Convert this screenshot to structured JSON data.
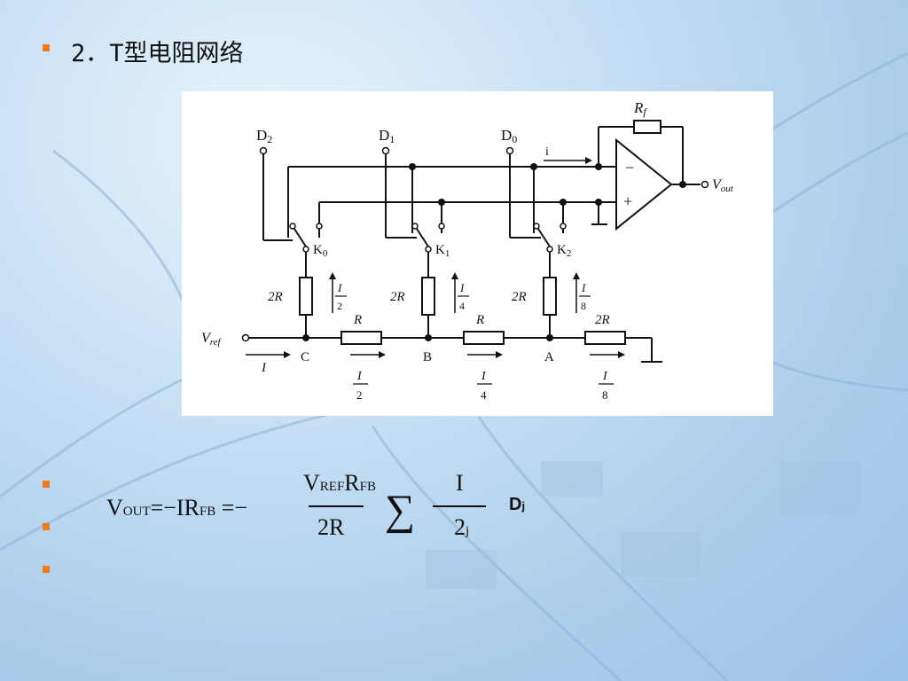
{
  "slide": {
    "title": "2．T型电阻网络"
  },
  "circuit": {
    "labels": {
      "d2": "D",
      "d2_sub": "2",
      "d1": "D",
      "d1_sub": "1",
      "d0": "D",
      "d0_sub": "0",
      "k0": "K",
      "k0_sub": "0",
      "k1": "K",
      "k1_sub": "1",
      "k2": "K",
      "k2_sub": "2",
      "rf": "R",
      "rf_sub": "f",
      "vout": "V",
      "vout_sub": "out",
      "vref": "V",
      "vref_sub": "ref",
      "i_small": "i",
      "minus": "−",
      "plus": "+",
      "r2_a": "2R",
      "r2_b": "2R",
      "r2_c": "2R",
      "r2_d": "2R",
      "r_a": "R",
      "r_b": "R",
      "node_c": "C",
      "node_b": "B",
      "node_a": "A",
      "current_i": "I",
      "frac_num": "I",
      "den_2": "2",
      "den_4": "4",
      "den_8": "8"
    }
  },
  "equation": {
    "vout": "V",
    "vout_sub": "OUT",
    "eq_ir": "=−IR",
    "fb_sub": "FB",
    "eq_minus": " =−",
    "vref": "V",
    "vref_sub": "REF",
    "r": "R",
    "r_sub": "FB",
    "den": "2R",
    "sigma": "∑",
    "frac_num": "I",
    "frac_den": "2",
    "frac_den_sub": "j",
    "d": "D",
    "d_sub": "j"
  },
  "colors": {
    "bullet": "#f07a1e",
    "background": "#b6d4ef"
  }
}
